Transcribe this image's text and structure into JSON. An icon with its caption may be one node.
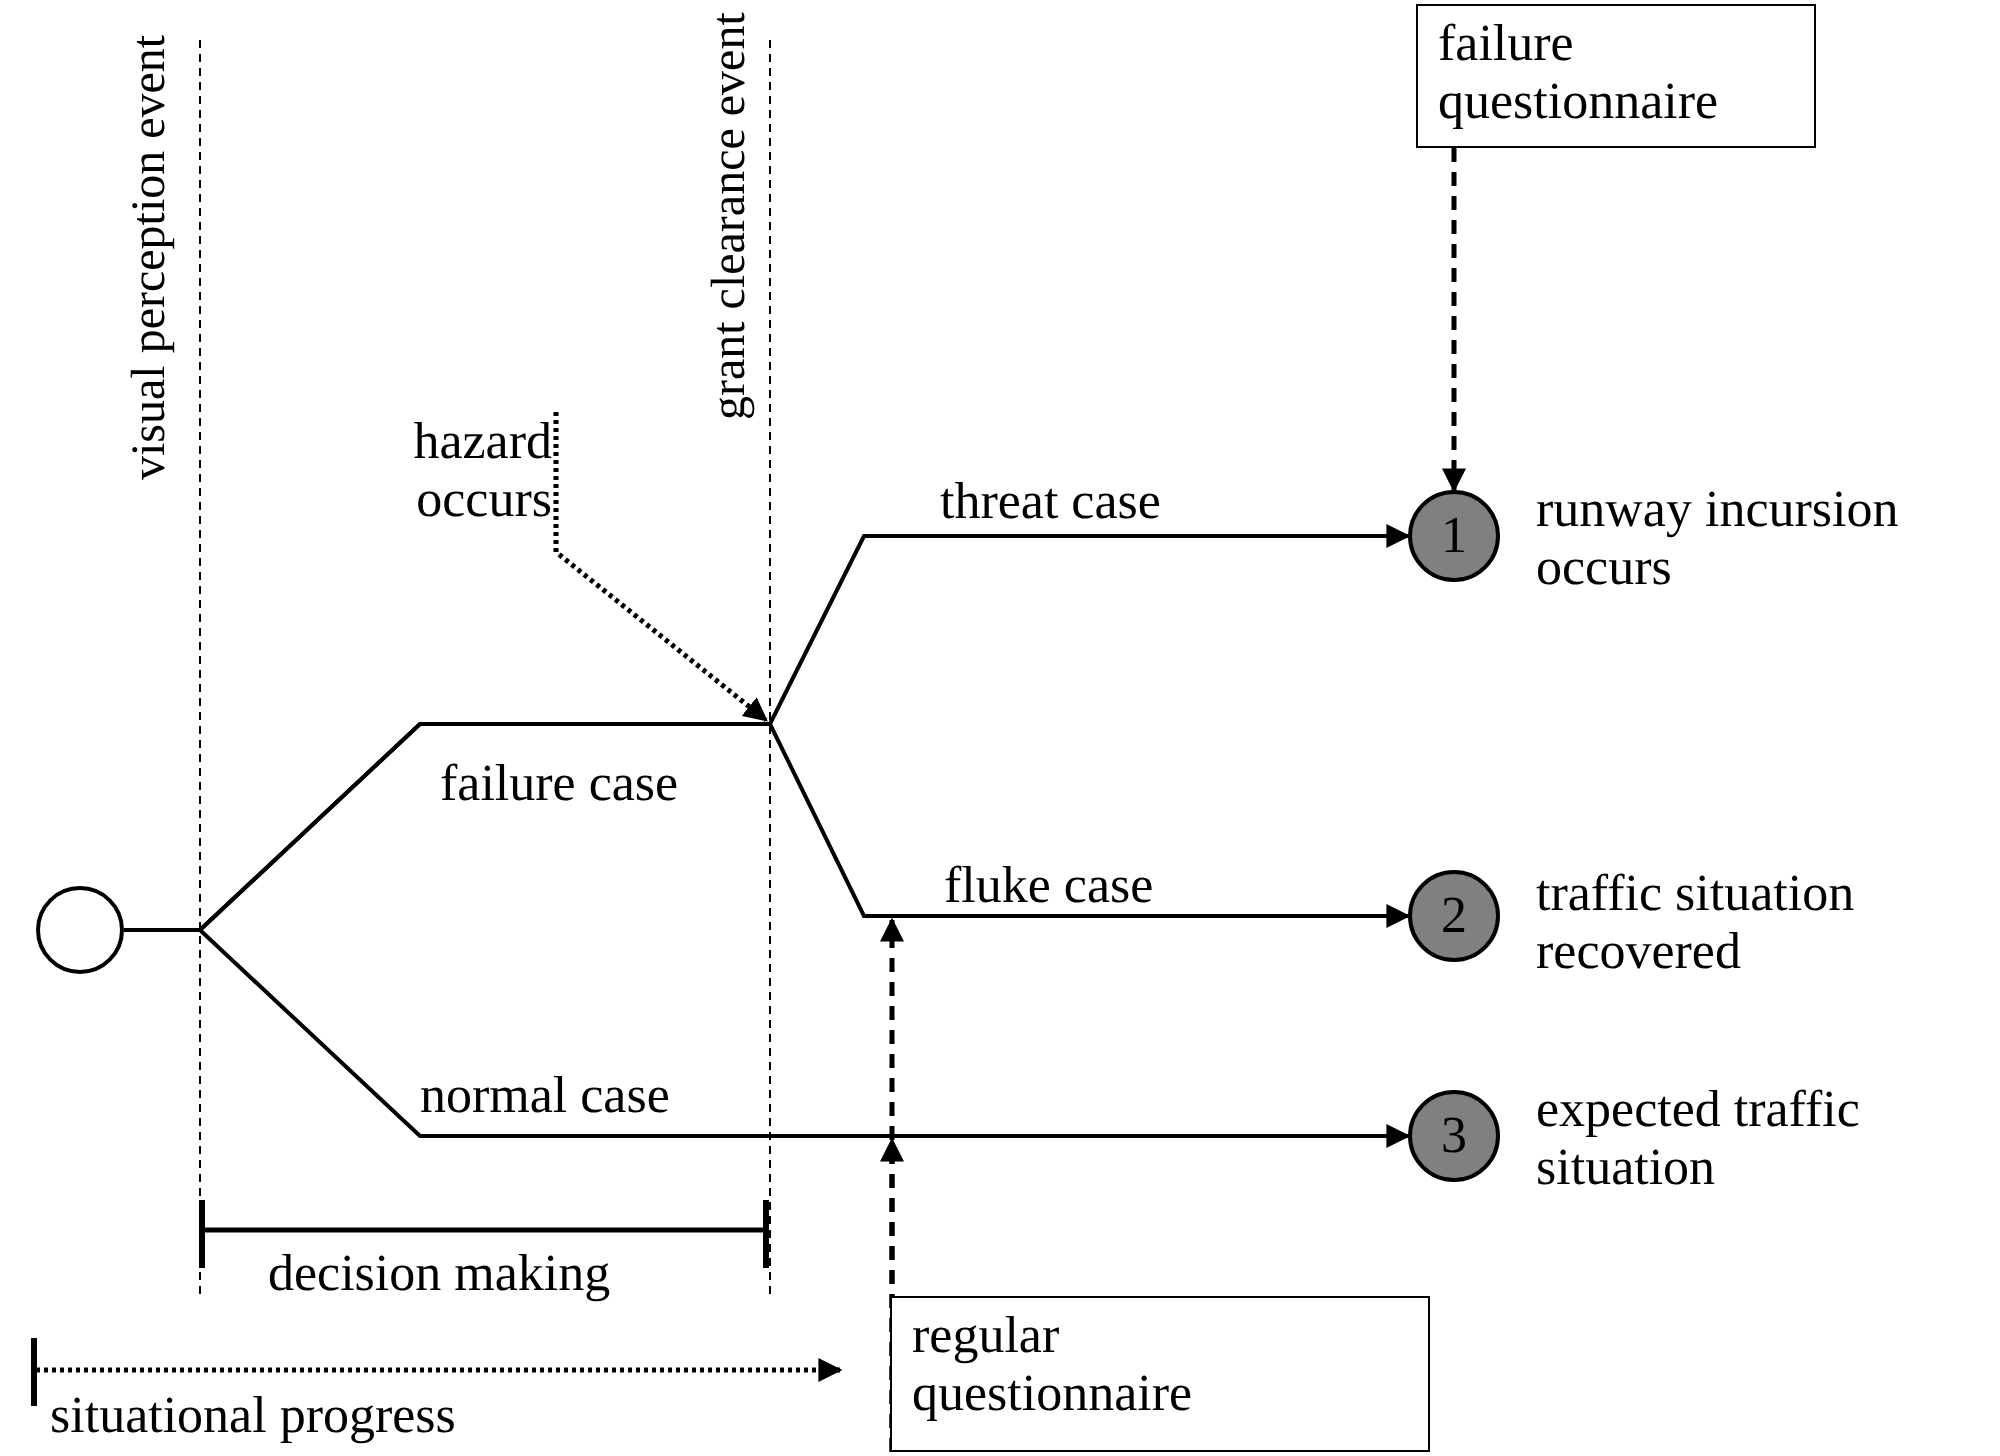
{
  "diagram": {
    "nodes": [
      {
        "text": [],
        "shape": "circle"
      },
      {
        "text": [
          "1"
        ],
        "beside": [
          "runway incursion occurs"
        ]
      },
      {
        "text": [
          "2"
        ],
        "beside": [
          "traffic situation recovered"
        ]
      },
      {
        "text": [
          "3"
        ],
        "beside": [
          "expected traffic situation"
        ]
      },
      {
        "text": [
          "failure questionnaire"
        ]
      },
      {
        "text": [
          "regular questionnaire"
        ]
      },
      {
        "text": [
          "hazard occurs"
        ]
      }
    ],
    "edges": [
      {
        "from": 0,
        "to": 1,
        "arrow": "to",
        "label": "threat case"
      },
      {
        "from": 0,
        "to": 2,
        "arrow": "to",
        "label": "fluke case"
      },
      {
        "from": 0,
        "to": 3,
        "arrow": "to",
        "label": "normal case"
      },
      {
        "from": 4,
        "to": 1,
        "arrow": "to",
        "style": "dashed"
      },
      {
        "from": 5,
        "to": null,
        "arrow": "to",
        "style": "dashed"
      },
      {
        "from": 5,
        "to": null,
        "arrow": "to",
        "style": "dashed"
      },
      {
        "from": 6,
        "to": null,
        "arrow": "to",
        "style": "dashed"
      }
    ],
    "labels": [
      "visual perception event",
      "grant clearance event",
      "failure case",
      "decision making",
      "situational progress"
    ]
  }
}
